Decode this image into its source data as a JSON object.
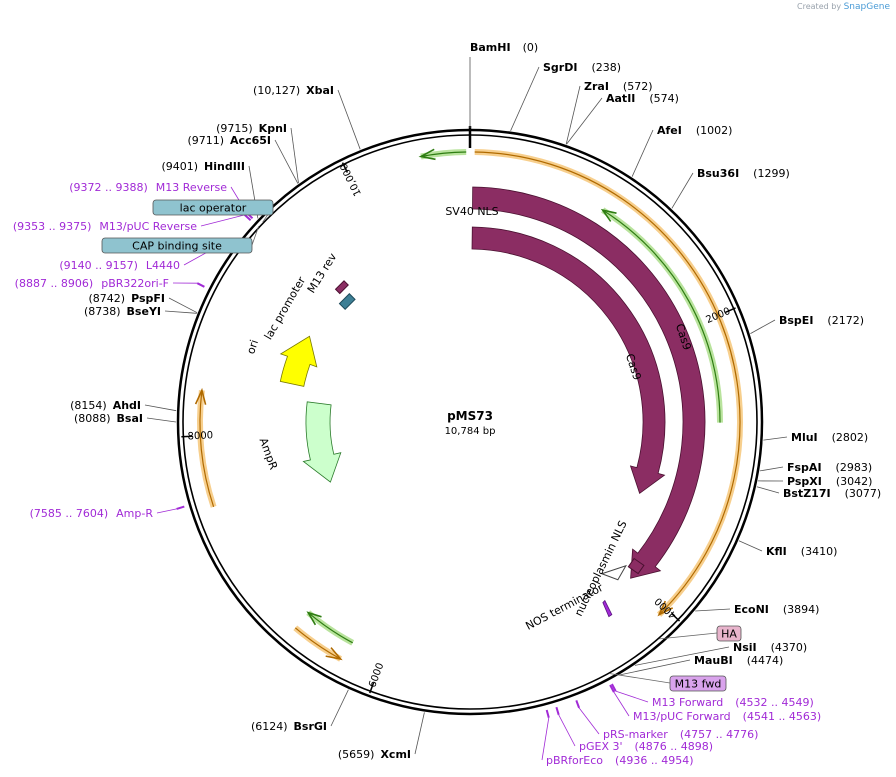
{
  "credit": {
    "created_by": "Created by",
    "brand": "SnapGene"
  },
  "plasmid": {
    "name": "pMS73",
    "length_label": "10,784 bp",
    "length_bp": 10784
  },
  "ticks": [
    {
      "bp": 2000,
      "label": "2000"
    },
    {
      "bp": 4000,
      "label": "4000"
    },
    {
      "bp": 6000,
      "label": "6000"
    },
    {
      "bp": 8000,
      "label": "8000"
    },
    {
      "bp": 10000,
      "label": "10,000"
    }
  ],
  "restriction_sites": [
    {
      "name": "BamHI",
      "pos": "(0)",
      "bp": 0
    },
    {
      "name": "SgrDI",
      "pos": "(238)",
      "bp": 238
    },
    {
      "name": "ZraI",
      "pos": "(572)",
      "bp": 572
    },
    {
      "name": "AatII",
      "pos": "(574)",
      "bp": 574
    },
    {
      "name": "AfeI",
      "pos": "(1002)",
      "bp": 1002
    },
    {
      "name": "Bsu36I",
      "pos": "(1299)",
      "bp": 1299
    },
    {
      "name": "BspEI",
      "pos": "(2172)",
      "bp": 2172
    },
    {
      "name": "MluI",
      "pos": "(2802)",
      "bp": 2802
    },
    {
      "name": "FspAI",
      "pos": "(2983)",
      "bp": 2983
    },
    {
      "name": "PspXI",
      "pos": "(3042)",
      "bp": 3042
    },
    {
      "name": "BstZ17I",
      "pos": "(3077)",
      "bp": 3077
    },
    {
      "name": "KflI",
      "pos": "(3410)",
      "bp": 3410
    },
    {
      "name": "EcoNI",
      "pos": "(3894)",
      "bp": 3894
    },
    {
      "name": "NsiI",
      "pos": "(4370)",
      "bp": 4370
    },
    {
      "name": "MauBI",
      "pos": "(4474)",
      "bp": 4474
    },
    {
      "name": "XcmI",
      "pos": "(5659)",
      "bp": 5659
    },
    {
      "name": "BsrGI",
      "pos": "(6124)",
      "bp": 6124
    },
    {
      "name": "BsaI",
      "pos": "(8088)",
      "bp": 8088
    },
    {
      "name": "AhdI",
      "pos": "(8154)",
      "bp": 8154
    },
    {
      "name": "BseYI",
      "pos": "(8738)",
      "bp": 8738
    },
    {
      "name": "PspFI",
      "pos": "(8742)",
      "bp": 8742
    },
    {
      "name": "HindIII",
      "pos": "(9401)",
      "bp": 9401
    },
    {
      "name": "Acc65I",
      "pos": "(9711)",
      "bp": 9711
    },
    {
      "name": "KpnI",
      "pos": "(9715)",
      "bp": 9715
    },
    {
      "name": "XbaI",
      "pos": "(10,127)",
      "bp": 10127
    }
  ],
  "primers": [
    {
      "label": "M13 Forward",
      "range": "(4532 .. 4549)",
      "bp": 4540
    },
    {
      "label": "M13/pUC Forward",
      "range": "(4541 .. 4563)",
      "bp": 4552
    },
    {
      "label": "pRS-marker",
      "range": "(4757 .. 4776)",
      "bp": 4766
    },
    {
      "label": "pGEX 3'",
      "range": "(4876 .. 4898)",
      "bp": 4887
    },
    {
      "label": "pBRforEco",
      "range": "(4936 .. 4954)",
      "bp": 4945
    },
    {
      "label": "Amp-R",
      "range": "(7585 .. 7604)",
      "bp": 7594
    },
    {
      "label": "pBR322ori-F",
      "range": "(8887 .. 8906)",
      "bp": 8896
    },
    {
      "label": "L4440",
      "range": "(9140 .. 9157)",
      "bp": 9148
    },
    {
      "label": "M13/pUC Reverse",
      "range": "(9353 .. 9375)",
      "bp": 9364
    },
    {
      "label": "M13 Reverse",
      "range": "(9372 .. 9388)",
      "bp": 9380
    }
  ],
  "boxed_features": [
    {
      "label": "lac operator",
      "bg": "#8fc3cf"
    },
    {
      "label": "CAP binding site",
      "bg": "#8fc3cf"
    },
    {
      "label": "HA",
      "bg": "#e8b4cc"
    },
    {
      "label": "M13 fwd",
      "bg": "#d9a3ec"
    }
  ],
  "features": [
    {
      "label": "Cas9",
      "kind": "cds",
      "color": "#8b2d63"
    },
    {
      "label": "Cas9",
      "kind": "cds",
      "color": "#8b2d63"
    },
    {
      "label": "SV40 NLS",
      "kind": "cds",
      "color": "#8b2d63"
    },
    {
      "label": "nucleoplasmin NLS",
      "kind": "cds",
      "color": "#8b2d63"
    },
    {
      "label": "NOS terminator",
      "kind": "terminator",
      "color": "#ffffff"
    },
    {
      "label": "ori",
      "kind": "ori",
      "color": "#ffff00"
    },
    {
      "label": "AmpR",
      "kind": "cds",
      "color": "#ccffcc"
    },
    {
      "label": "lac promoter",
      "kind": "promoter",
      "color": "#ffffff"
    },
    {
      "label": "M13 rev",
      "kind": "primer_bind",
      "color": "#ffffff"
    }
  ],
  "colors": {
    "backbone": "#000000",
    "cds": "#8b2d63",
    "orf_orange": "#f0a030",
    "orf_green": "#3a9a1a",
    "primer": "#a12ad6",
    "ori": "#ffff00",
    "amp": "#ccffcc"
  }
}
